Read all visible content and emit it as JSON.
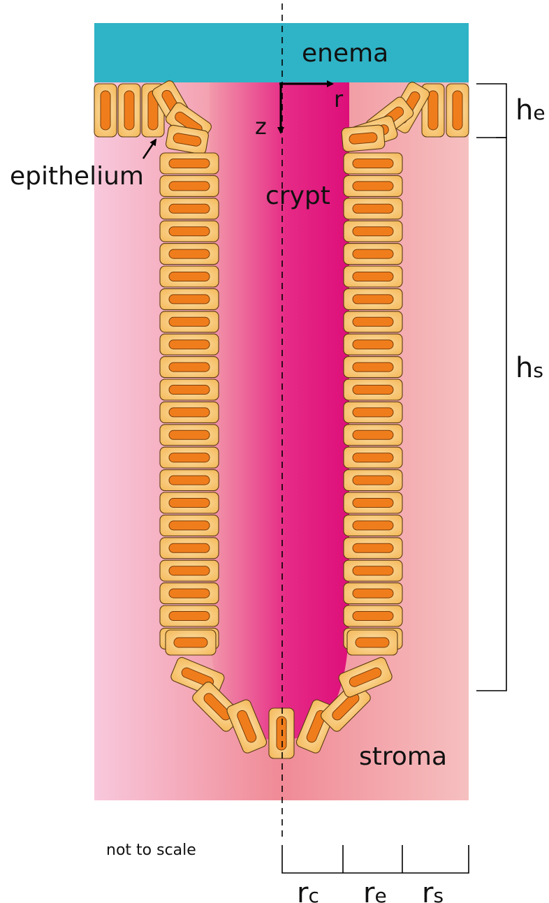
{
  "labels": {
    "enema": "enema",
    "crypt": "crypt",
    "epithelium": "epithelium",
    "stroma": "stroma",
    "not_to_scale": "not to scale",
    "axis_r": "r",
    "axis_z": "z"
  },
  "dimensions": {
    "h_e": {
      "base": "h",
      "sub": "e"
    },
    "h_s": {
      "base": "h",
      "sub": "s"
    },
    "r_c": {
      "base": "r",
      "sub": "c"
    },
    "r_e": {
      "base": "r",
      "sub": "e"
    },
    "r_s": {
      "base": "r",
      "sub": "s"
    }
  },
  "colors": {
    "enema": "#2fb3c6",
    "crypt_dark": "#e0137c",
    "stroma_light": "#f7c6d8",
    "stroma_mid": "#f0909c",
    "cell_fill": "#f8c97a",
    "cell_stroke": "#5a3a10",
    "nucleus": "#f07d1c"
  }
}
